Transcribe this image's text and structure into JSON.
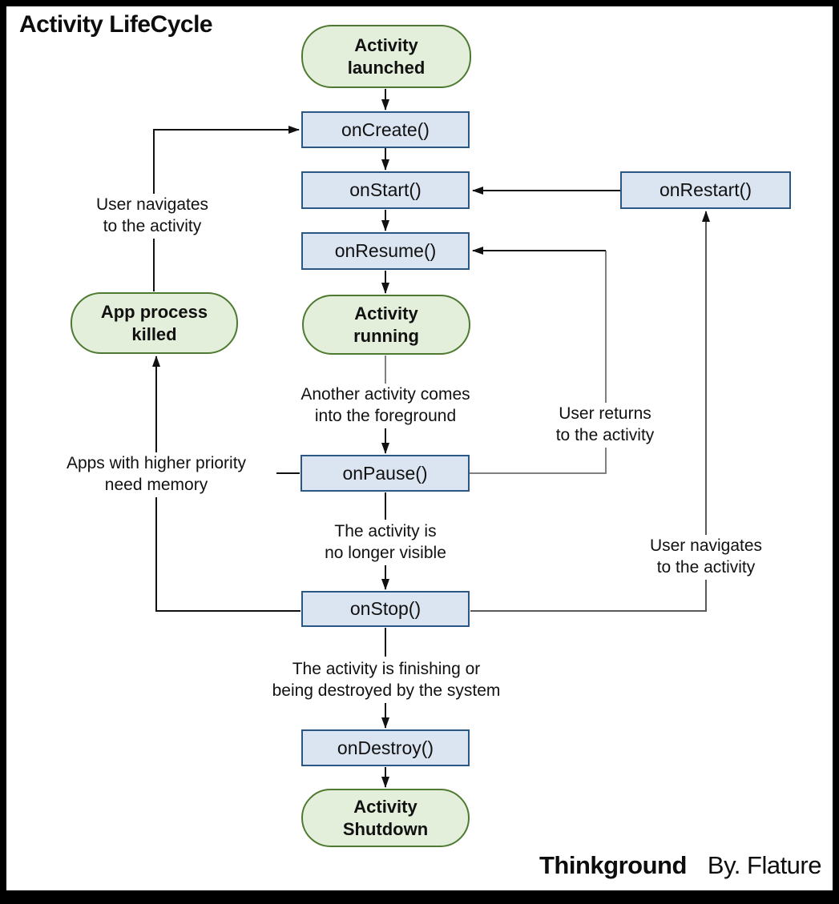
{
  "title": "Activity LifeCycle",
  "footer": {
    "brand": "Thinkground",
    "byline": "By. Flature"
  },
  "colors": {
    "terminal_fill": "#e3efda",
    "terminal_border": "#4d7a30",
    "process_fill": "#dbe5f1",
    "process_border": "#2a5783",
    "line_black": "#111111",
    "line_gray": "#808080",
    "frame": "#000000",
    "background": "#ffffff"
  },
  "nodes": {
    "activity_launched": "Activity\nlaunched",
    "on_create": "onCreate()",
    "on_start": "onStart()",
    "on_restart": "onRestart()",
    "on_resume": "onResume()",
    "activity_running": "Activity\nrunning",
    "app_process_killed": "App process\nkilled",
    "on_pause": "onPause()",
    "on_stop": "onStop()",
    "on_destroy": "onDestroy()",
    "activity_shutdown": "Activity\nShutdown"
  },
  "edge_labels": {
    "user_navigates_left": "User navigates\nto the activity",
    "apps_with_higher_priority": "Apps with higher priority\nneed memory",
    "another_activity_foreground": "Another activity comes\ninto the foreground",
    "user_returns": "User returns\nto the activity",
    "no_longer_visible": "The activity is\nno longer visible",
    "activity_finishing": "The activity is finishing or\nbeing destroyed by the system",
    "user_navigates_right": "User navigates\nto the activity"
  }
}
